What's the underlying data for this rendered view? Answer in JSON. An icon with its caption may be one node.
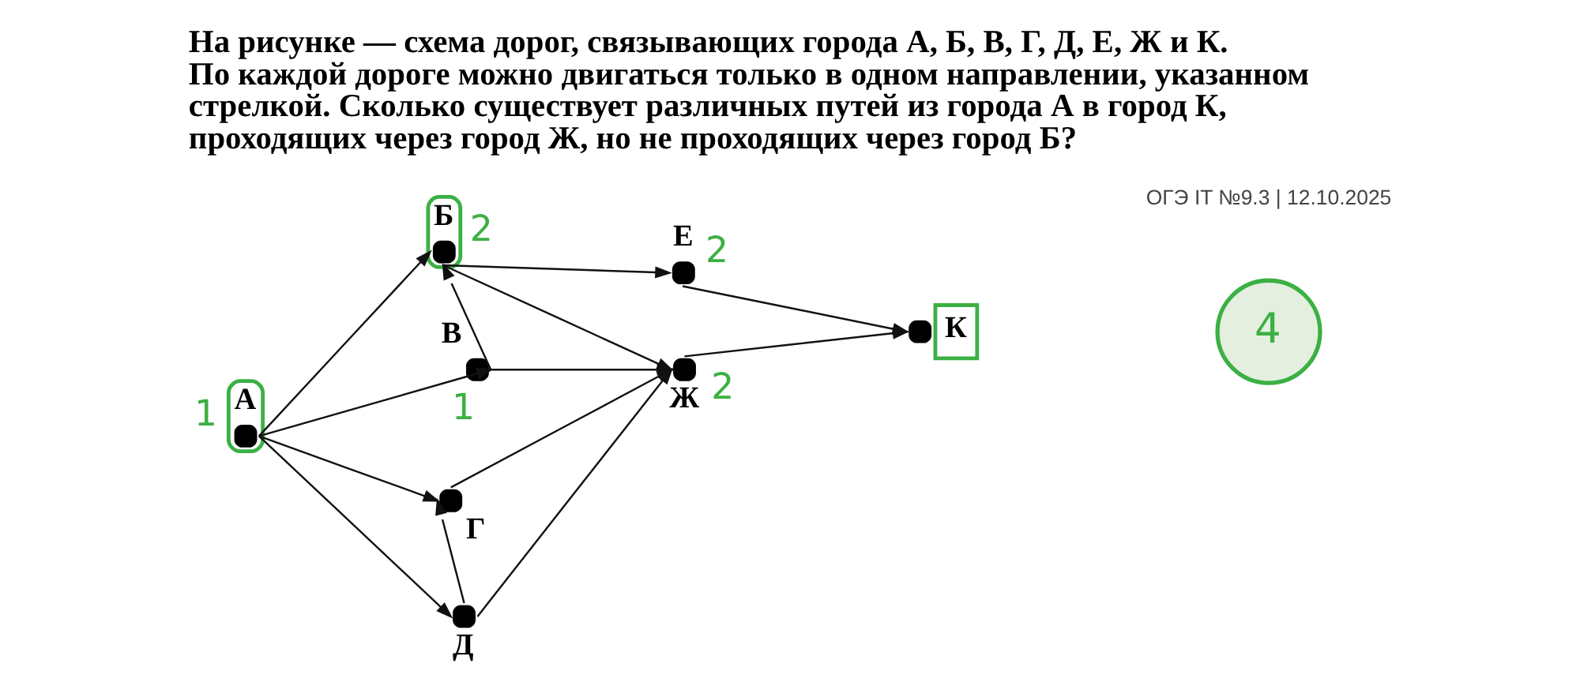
{
  "diagram": {
    "title": "На рисунке — схема дорог, связывающих города А, Б, В, Г, Д, Е, Ж и К. По каждой дороге можно двигаться только в одном направлении, указанном стрелкой. Сколько существует различных путей из города А в город К, проходящих через город Ж, но не проходящих через город Б?",
    "nodes": [
      {
        "text": [
          "А"
        ],
        "beside": [
          "1"
        ]
      },
      {
        "text": [
          "Б"
        ],
        "beside": [
          "2"
        ]
      },
      {
        "text": [
          "В"
        ],
        "beside": [
          "1"
        ]
      },
      {
        "text": [
          "Г"
        ]
      },
      {
        "text": [
          "Д"
        ]
      },
      {
        "text": [
          "Е"
        ],
        "beside": [
          "2"
        ]
      },
      {
        "text": [
          "Ж"
        ],
        "beside": [
          "2"
        ]
      },
      {
        "text": [
          "К"
        ]
      },
      {
        "text": [
          "4"
        ]
      }
    ],
    "edges": [
      {
        "from": 0,
        "to": 1,
        "arrow": "to"
      },
      {
        "from": 0,
        "to": 2,
        "arrow": "to"
      },
      {
        "from": 0,
        "to": 3,
        "arrow": "to"
      },
      {
        "from": 0,
        "to": 4,
        "arrow": "to"
      },
      {
        "from": 2,
        "to": 1,
        "arrow": "to"
      },
      {
        "from": 2,
        "to": 6,
        "arrow": "to"
      },
      {
        "from": 1,
        "to": 5,
        "arrow": "to"
      },
      {
        "from": 1,
        "to": 6,
        "arrow": "to"
      },
      {
        "from": 4,
        "to": 3,
        "arrow": "to"
      },
      {
        "from": 3,
        "to": 6,
        "arrow": "to"
      },
      {
        "from": 4,
        "to": 6,
        "arrow": "to"
      },
      {
        "from": 5,
        "to": 7,
        "arrow": "to"
      },
      {
        "from": 6,
        "to": 7,
        "arrow": "to"
      }
    ],
    "labels": [
      "ОГЭ IT №9.3 | 12.10.2025"
    ]
  }
}
